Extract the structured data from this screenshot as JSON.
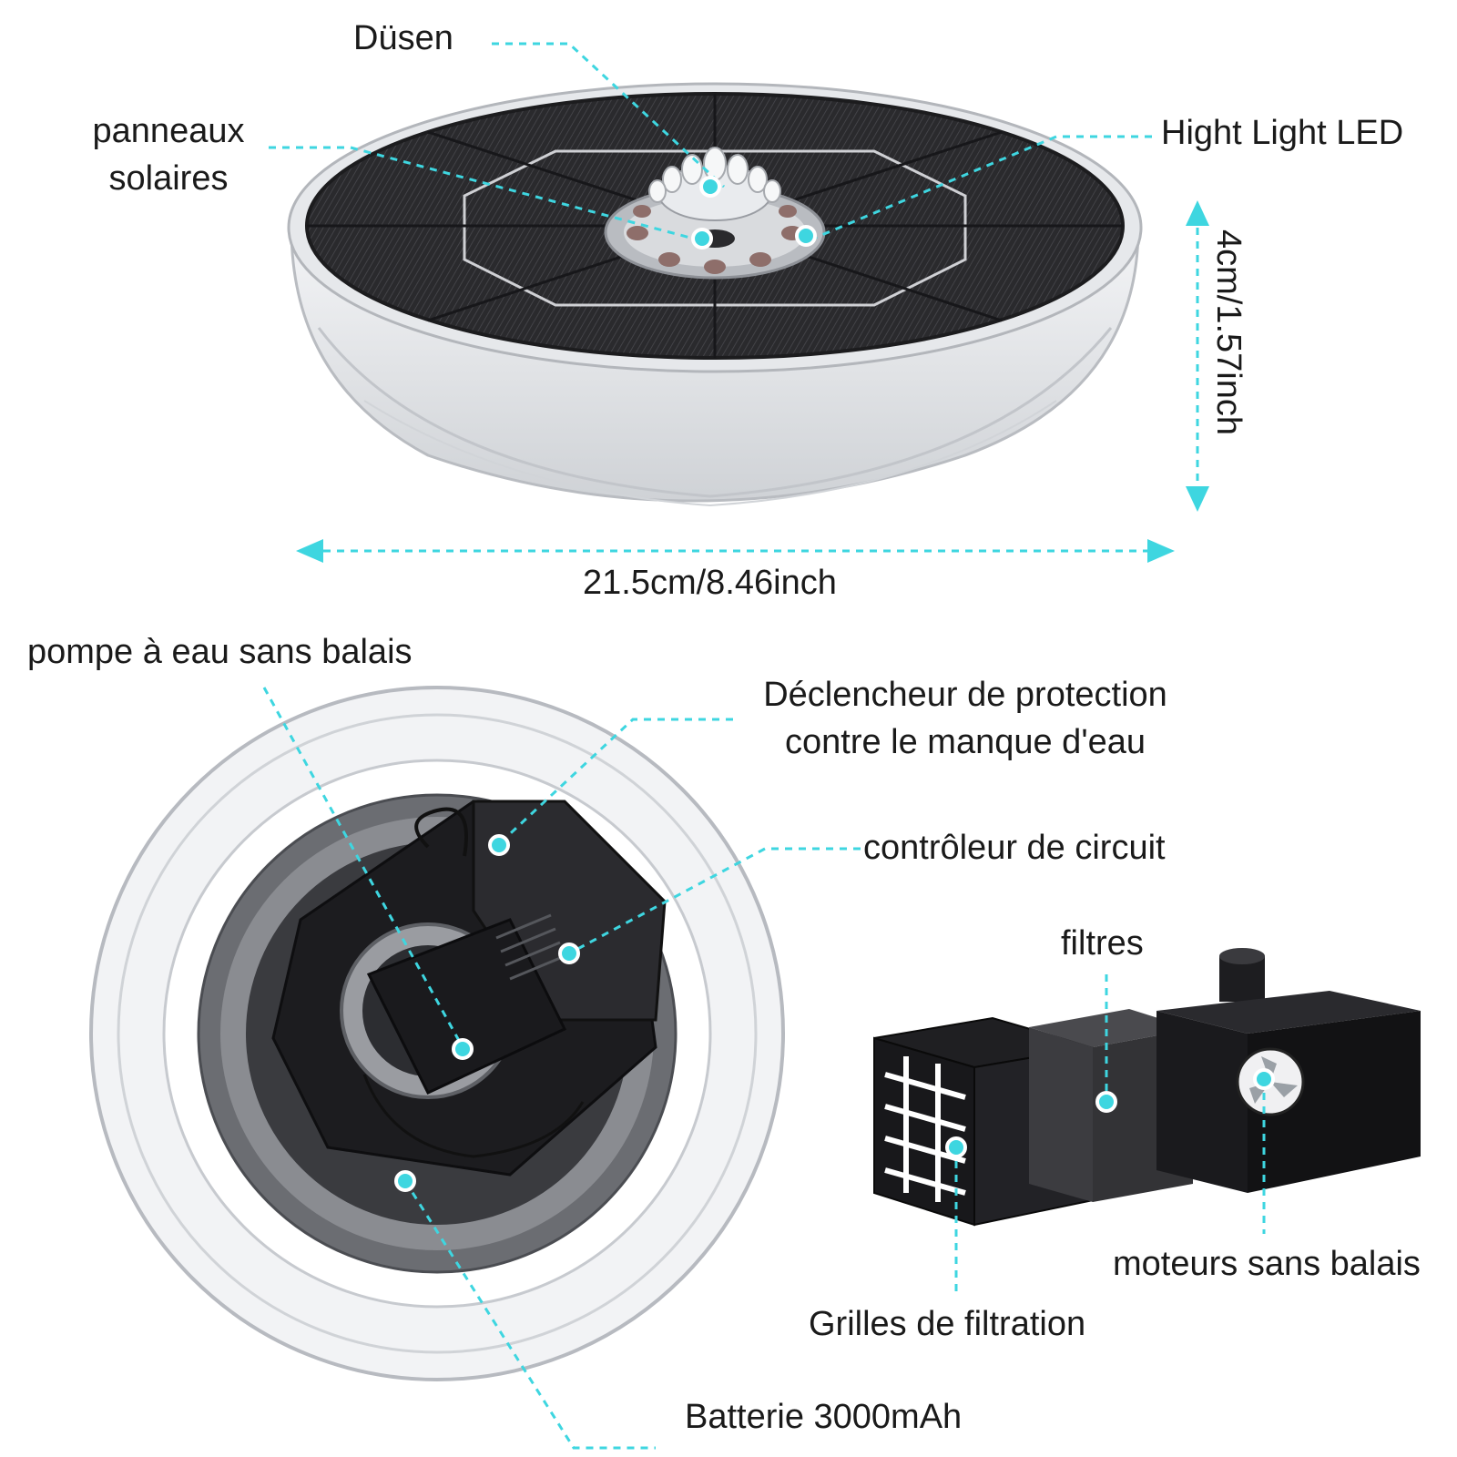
{
  "labels": {
    "nozzles": "Düsen",
    "solar_panels_line1": "panneaux",
    "solar_panels_line2": "solaires",
    "led": "Hight Light LED",
    "height": "4cm/1.57inch",
    "width": "21.5cm/8.46inch",
    "pump": "pompe à eau sans balais",
    "trigger_line1": "Déclencheur de protection",
    "trigger_line2": "contre le manque d'eau",
    "circuit": "contrôleur de circuit",
    "filters": "filtres",
    "motors": "moteurs sans balais",
    "grids": "Grilles de filtration",
    "battery": "Batterie 3000mAh"
  },
  "colors": {
    "accent": "#3ed6e0",
    "panel": "#2b2b2e",
    "text": "#1a1a1a"
  },
  "icons": [
    "solar-fountain-top-view",
    "solar-fountain-bottom-view",
    "pump-module",
    "sponge-filter",
    "filter-grid"
  ]
}
